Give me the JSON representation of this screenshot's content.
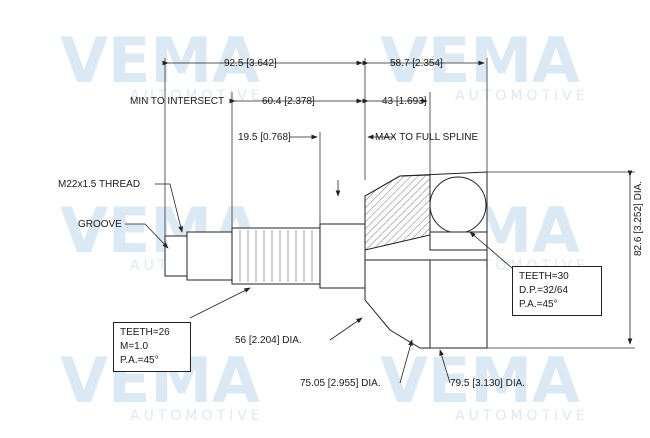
{
  "watermark": {
    "brand": "VEMA",
    "sub": "AUTOMOTIVE",
    "color": "#bcd8ec"
  },
  "dimensions": {
    "d1": "92.5 [3.642]",
    "d2": "58.7 [2.354]",
    "d3": "60.4 [2.378]",
    "d4": "43 [1.693]",
    "d5": "19.5 [0.768]",
    "d6": "56 [2.204] DIA.",
    "d7": "75.05 [2.955] DIA.",
    "d8": "79.5 [3.130] DIA.",
    "d9": "82.6 [3.252] DIA."
  },
  "labels": {
    "min_intersect": "MIN TO INTERSECT",
    "max_spline": "MAX TO FULL SPLINE",
    "thread": "M22x1.5 THREAD",
    "groove": "GROOVE"
  },
  "spec_left": [
    "TEETH=26",
    "M=1.0",
    "P.A.=45°"
  ],
  "spec_right": [
    "TEETH=30",
    "D.P.=32/64",
    "P.A.=45°"
  ]
}
